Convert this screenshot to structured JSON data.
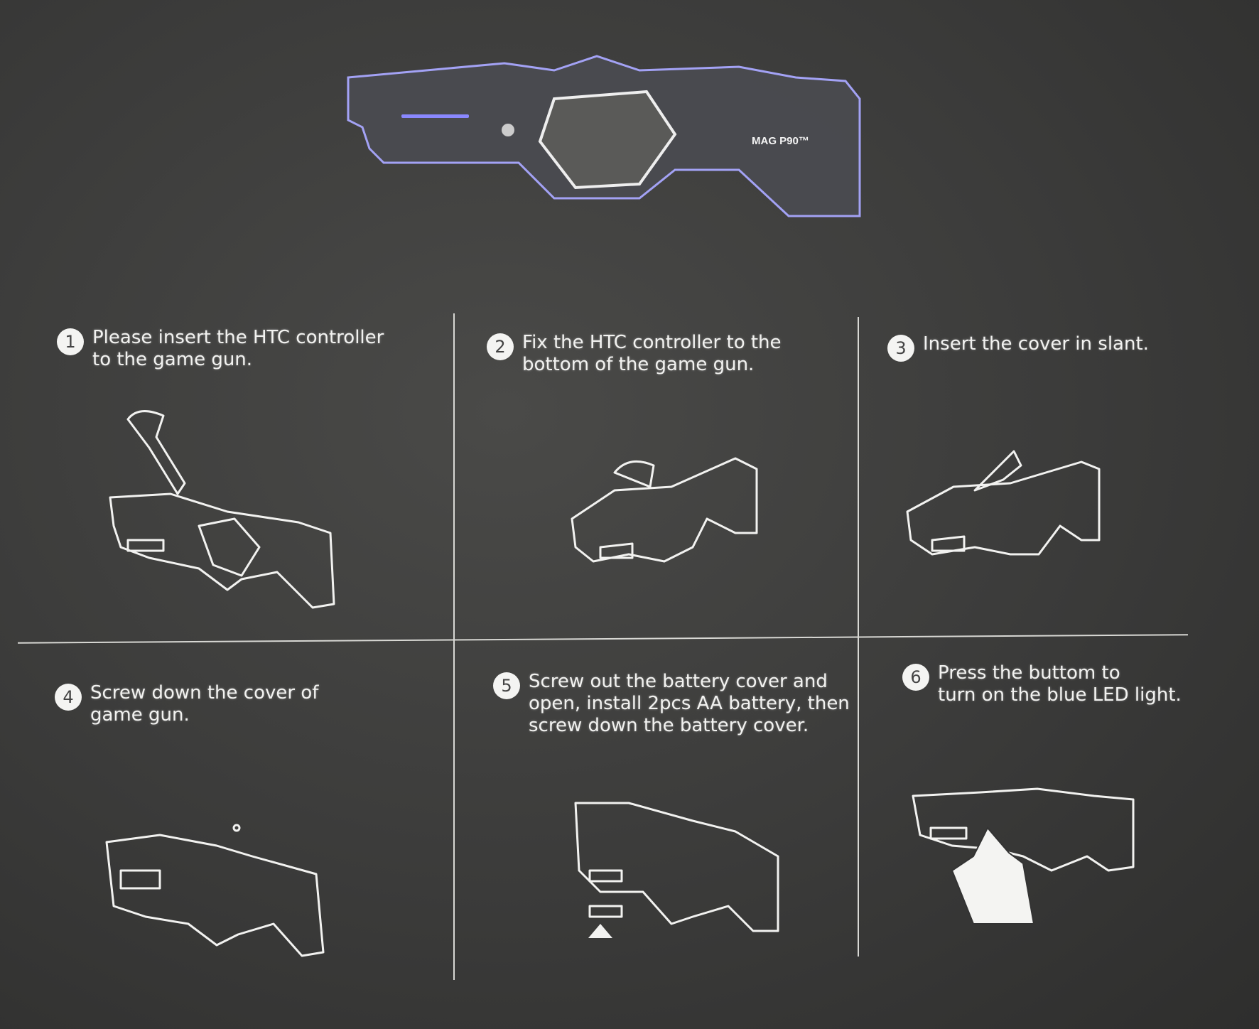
{
  "product": {
    "model_label": "MAG P90™",
    "accent_color": "#8a88ff"
  },
  "steps": [
    {
      "number": "1",
      "text": "Please insert the HTC controller\nto the game gun."
    },
    {
      "number": "2",
      "text": "Fix the HTC controller to the\nbottom of the game gun."
    },
    {
      "number": "3",
      "text": "Insert the cover in slant."
    },
    {
      "number": "4",
      "text": "Screw down the cover of\ngame gun."
    },
    {
      "number": "5",
      "text": "Screw out the battery cover and\nopen, install 2pcs AA battery, then\nscrew down the battery cover."
    },
    {
      "number": "6",
      "text": "Press the buttom to\nturn on the blue LED light."
    }
  ]
}
